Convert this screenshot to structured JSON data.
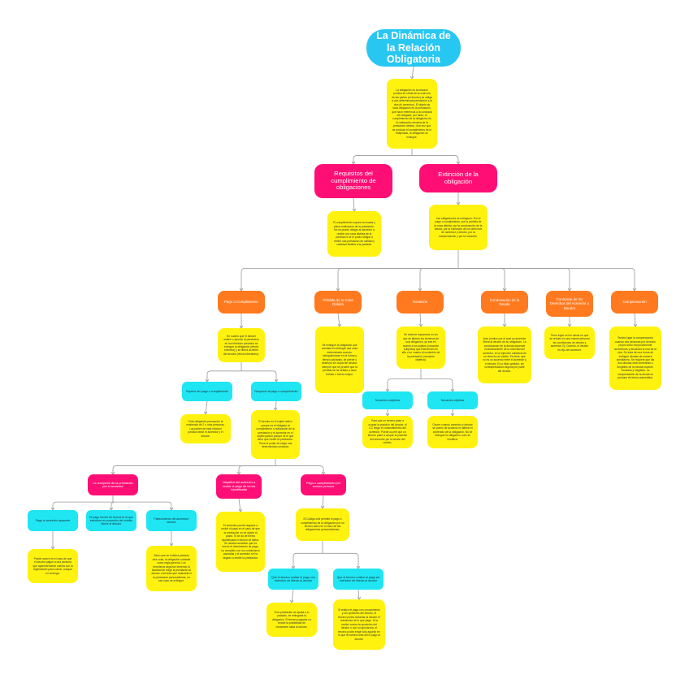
{
  "nodes": {
    "main_title": "La Dinámica de la Relación Obligatoria",
    "main_desc": "La obligación es la relación jurídica en virtud de la cual una de las partes (el deudor) se obliga a una determinada prestación a la otra (el acreedor). El objeto de toda obligación es la prestación, que hace referencia a la conducta del obligado, por tanto, el cumplimiento de la obligación es la realización efectiva de la prestación debida. Una vez que se produce el cumplimiento de lo estipulado, la obligación se extingue.",
    "requisitos": "Requisitos del cumplimiento de obligaciones",
    "extincion": "Extinción de la obligación",
    "requisitos_desc": "El cumplimiento supone la exacta y plena realización de la prestación. No se puede obligar al acreedor a recibir una cosa distinta de la prevista ni se le podrá obligar a recibir una prestación de calidad y cantidad distinta a la pactada.",
    "extincion_desc": "Las obligaciones se extinguen: Por el pago o cumplimiento, por la pérdida de la cosa debida, por la condonación de la deuda, por la confusión de los derechos de acreedor y deudor, por la compensación y por la novación.",
    "pago": "Pago o Cumplimiento",
    "perdida": "Pérdida de la Cosa Debida",
    "novacion": "Novación",
    "condonacion": "Condonación de la Deuda",
    "confusion": "Confusión de los Derechos del Acreedor y Deudor",
    "compensacion": "Compensación",
    "pago_desc": "En cuanto que el deudor realice o ejecute la prestación en los términos previstos se extingue la obligación (efecto extintivo) y se libera al deber del deudor (efecto liberatorio).",
    "perdida_desc": "Se extingue la obligación que consista en entregar una cosa determinada cuando, extinguiéndose en la forma y tiempo pactados, se pierde o destruye sin culpa del deudor, siempre que se pruebe que la pérdida se ha debido a caso fortuito o fuerza mayor.",
    "novacion_desc": "Se trata de supuestos en los que se alteran los términos de una obligación, ya sea en cuanto a los sujetos (novación subjetiva) que intervienen en ella o en cuanto al contenido de la prestación (novación objetiva).",
    "condonacion_desc": "Acto jurídico por el cual un acreedor libera al deudor de su obligación. La condonación de la deuda depende exclusivamente de la voluntad del acreedor, en el ejercicio unilateral de su derecho al crédito. Es decir, que no es un acuerdo entre el acreedor y el deudor. Es a título gratuito, sin contraprestación alguna por parte del deudor.",
    "confusion_desc": "Tiene lugar en los casos en que se reúnen en una misma persona las condiciones de deudor y acreedor. Ej: Cuando, el deudor es hijo del acreedor.",
    "compensacion_desc": "Tendrá lugar la compensación cuando dos personas por derecho propio sean recíprocamente acreedoras y deudoras la una de la otra. Se trata de una forma de extinguir deudas de manera simultánea. Se requiere que las dos deudas sean dinerarias o fungibles de la misma especie, vencidas y exigibles. La compensación de la deuda se produce de forma automática.",
    "nov_subj": "Novación subjetiva",
    "nov_obj": "Novación objetiva",
    "nov_subj_desc": "Para que un tercero pase a ocupar la posición del deudor, el CC exige el consentimiento del acreedor. Puede ocurrir que un tercero pase a ocupar la posición del acreedor por la cesión del crédito.",
    "nov_obj_desc": "Ocurre cuando acreedor y deudor se ponen de acuerdo en alterar el contenido de la obligación. No se extingue la obligación, sólo se modifica.",
    "sujetos": "Sujetos del pago o cumplimiento",
    "respecto": "Respecto al pago o cumplimiento",
    "sujetos_desc": "Toda obligación presupone la existencia de 2 o más personas. Las partes de esta relación jurídica serán el acreedor y el deudor.",
    "respecto_desc": "El deudor es el sujeto activo porque es el obligado al cumplimiento o realización de la prestación y el acreedor es el sujeto pasivo porque es el que tiene que recibir la prestación. Tiene el poder de exigir una determinada conducta.",
    "recepcion": "La recepción de la prestación por el acreedor",
    "negativa": "Negativa del acreedor a recibir el pago de forma injustificada",
    "pago_tercero": "Pago o cumplimiento por tercera persona",
    "pago_aparente": "Pago al acreedor aparente",
    "pago_hecho": "El pago hecho de buena fe al que estuviere en posesión del crédito libera al deudor",
    "fallecimiento": "Fallecimiento del acreedor/ deudor",
    "pago_aparente_desc": "Puede ocurrir en el caso de que el deudor pague a una persona que aparentemente cuenta con la legitimación para cobrar, aunque no la tenga.",
    "fallecimiento_desc": "Salvo que se hubiera pactado otra cosa, la obligación subsiste como regla general. Los herederos seguirán teniendo la facultad de exigir la prestación al deudor o tendrán que realizarla si la prestación personalísima, en ese caso se extingue.",
    "negativa_desc": "El acreedor puede negarse a recibir el pago en el caso de que la prestación no se ajuste al pacto. Si se da de forma injustificada el deudor se libera. Se deberá acreditar que ha hecho el ofrecimiento de pago, ha cumplido con los condiciones pactadas y el acreedor se ha negado a recibir la prestación.",
    "pago_tercero_desc": "El Código civil permite el pago o cumplimiento de la obligación por un tercero salvo en el caso de las obligaciones personalísimas.",
    "tercero_con": "Que el tercero realice el pago con intención de liberar al deudor",
    "tercero_sin": "Que el tercero realice el pago sin intención de liberar al deudor",
    "tercero_con_desc": "Si la prestación se ajusta a lo pactado, se extinguirá la obligación. El tercero pagador no tendrá la posibilidad de reclamarle nada al deudor.",
    "tercero_sin_desc": "Si realizó el pago con conocimiento y sin oposición del deudor, el tercero podrá reclamar al deudor el reembolso de lo que pagó. Si lo realizó contra la oposición del deudor o con su ignorancia, el tercero podrá exigir sólo aquello en lo que le hubiera sido útil el pago al deudor."
  },
  "colors": {
    "title": "#28c7f2",
    "level1": "#ff0f75",
    "level2": "#ff7a1f",
    "level3": "#1fe6f2",
    "description": "#fff20f",
    "connector": "#9a9a9a"
  }
}
